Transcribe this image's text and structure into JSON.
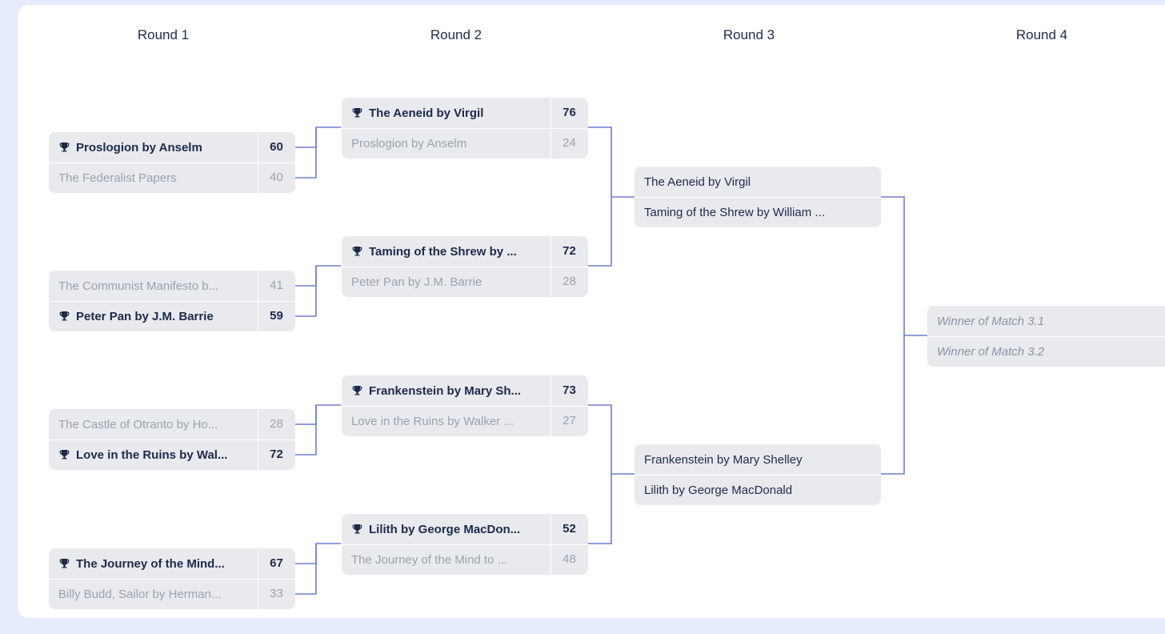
{
  "theme": {
    "page_background": "#e7ecfd",
    "panel_background": "#ffffff",
    "card_background": "#e8eaed",
    "connector_color": "#6b7fd0",
    "text_primary": "#1e2a4a",
    "text_muted": "#9aa2b1",
    "text_placeholder": "#8a93a5"
  },
  "rounds": [
    {
      "label": "Round 1"
    },
    {
      "label": "Round 2"
    },
    {
      "label": "Round 3"
    },
    {
      "label": "Round 4"
    }
  ],
  "matches": {
    "r1m1": {
      "top": {
        "name": "Proslogion by Anselm",
        "score": "60",
        "winner": true
      },
      "bottom": {
        "name": "The Federalist Papers",
        "score": "40",
        "winner": false
      }
    },
    "r1m2": {
      "top": {
        "name": "The Communist Manifesto b...",
        "score": "41",
        "winner": false
      },
      "bottom": {
        "name": "Peter Pan by J.M. Barrie",
        "score": "59",
        "winner": true
      }
    },
    "r1m3": {
      "top": {
        "name": "The Castle of Otranto by Ho...",
        "score": "28",
        "winner": false
      },
      "bottom": {
        "name": "Love in the Ruins by Wal...",
        "score": "72",
        "winner": true
      }
    },
    "r1m4": {
      "top": {
        "name": "The Journey of the Mind...",
        "score": "67",
        "winner": true
      },
      "bottom": {
        "name": "Billy Budd, Sailor by Herman...",
        "score": "33",
        "winner": false
      }
    },
    "r2m1": {
      "top": {
        "name": "The Aeneid by Virgil",
        "score": "76",
        "winner": true
      },
      "bottom": {
        "name": "Proslogion by Anselm",
        "score": "24",
        "winner": false
      }
    },
    "r2m2": {
      "top": {
        "name": "Taming of the Shrew by ...",
        "score": "72",
        "winner": true
      },
      "bottom": {
        "name": "Peter Pan by J.M. Barrie",
        "score": "28",
        "winner": false
      }
    },
    "r2m3": {
      "top": {
        "name": "Frankenstein by Mary Sh...",
        "score": "73",
        "winner": true
      },
      "bottom": {
        "name": "Love in the Ruins by Walker ...",
        "score": "27",
        "winner": false
      }
    },
    "r2m4": {
      "top": {
        "name": "Lilith by George MacDon...",
        "score": "52",
        "winner": true
      },
      "bottom": {
        "name": "The Journey of the Mind to ...",
        "score": "48",
        "winner": false
      }
    },
    "r3m1": {
      "top": {
        "name": "The Aeneid by Virgil"
      },
      "bottom": {
        "name": "Taming of the Shrew by William ..."
      }
    },
    "r3m2": {
      "top": {
        "name": "Frankenstein by Mary Shelley"
      },
      "bottom": {
        "name": "Lilith by George MacDonald"
      }
    },
    "r4m1": {
      "top": {
        "name": "Winner of Match 3.1"
      },
      "bottom": {
        "name": "Winner of Match 3.2"
      }
    }
  },
  "icons": {
    "trophy": "trophy-icon"
  }
}
